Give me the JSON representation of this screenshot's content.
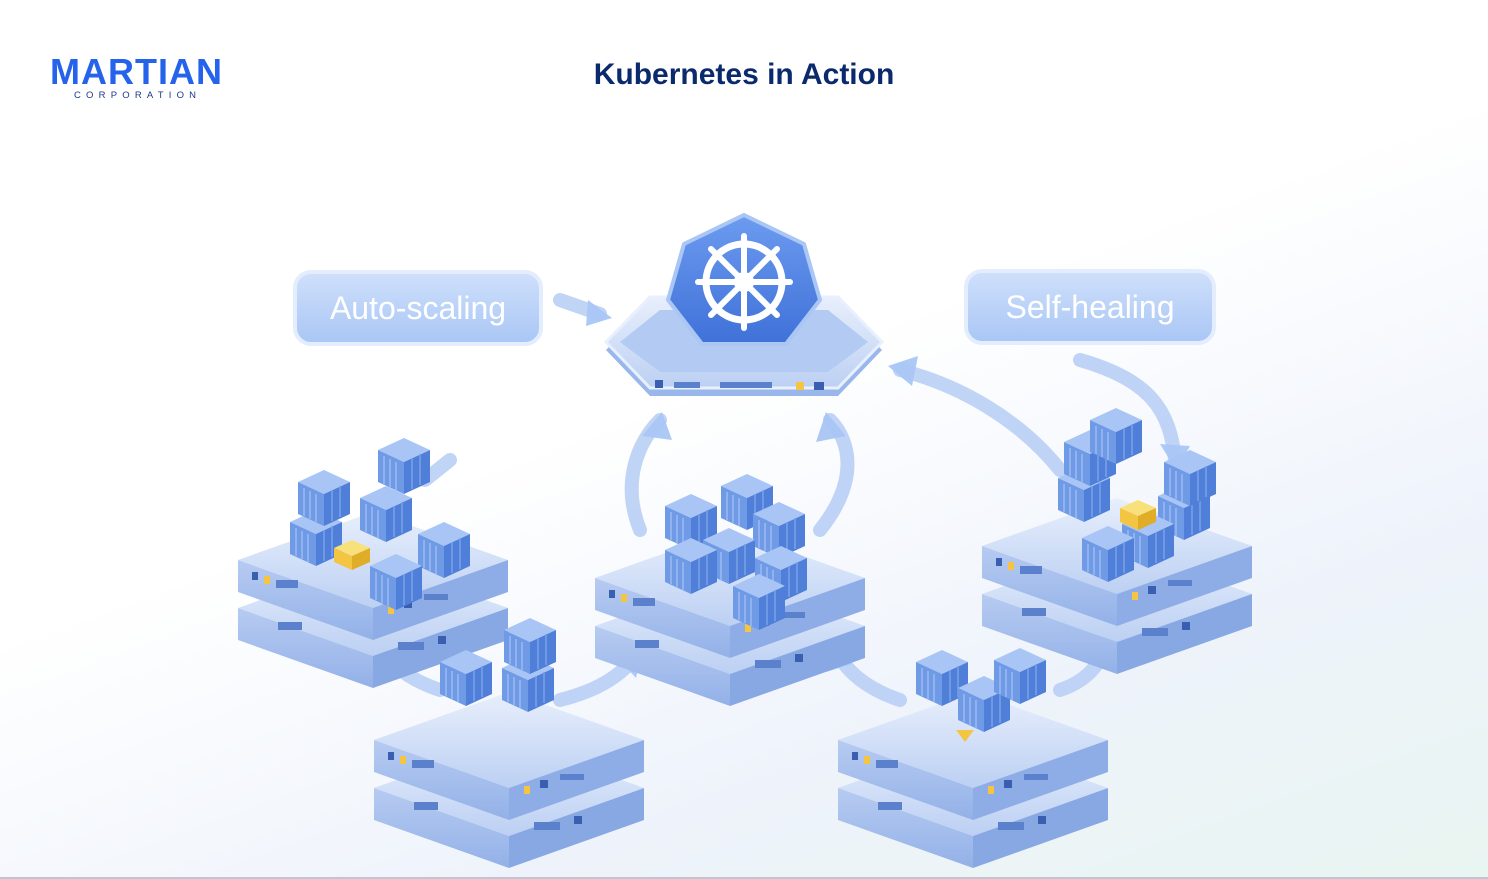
{
  "logo": {
    "name": "MARTIAN",
    "subtitle": "CORPORATION"
  },
  "title": "Kubernetes in Action",
  "labels": {
    "auto_scaling": "Auto-scaling",
    "self_healing": "Self-healing"
  },
  "colors": {
    "brand_blue": "#2563eb",
    "title_navy": "#0b2a6e",
    "cube_blue": "#6f9be6",
    "server_blue": "#c9d8f4",
    "accent_yellow": "#f4c543"
  },
  "icons": {
    "control_plane": "kubernetes-helm-wheel-icon",
    "containers": "container-cube-icon",
    "servers": "server-node-icon"
  }
}
